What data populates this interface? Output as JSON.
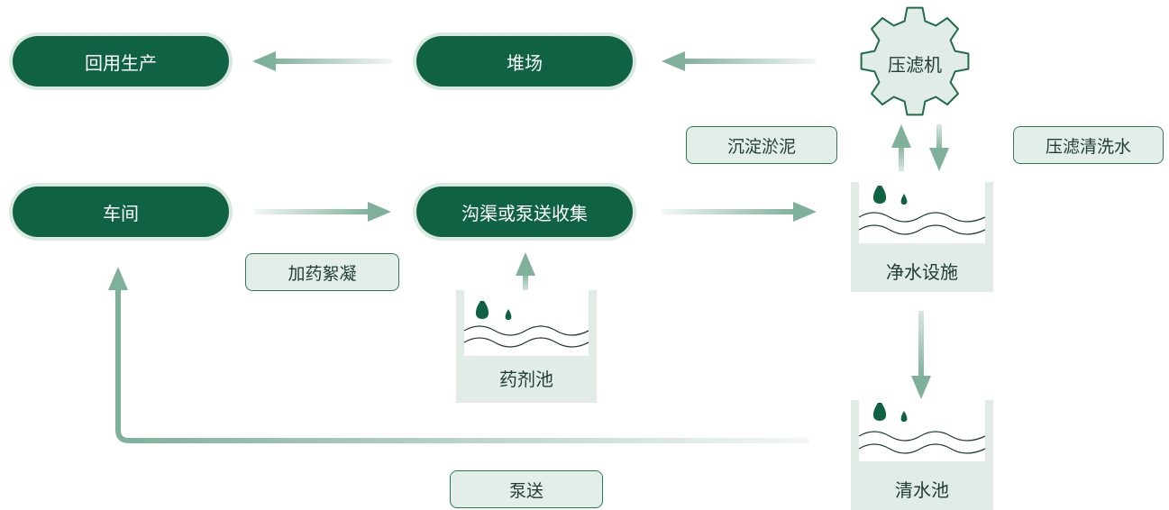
{
  "nodes": {
    "reuse": "回用生产",
    "stockpile": "堆场",
    "filter_press": "压滤机",
    "workshop": "车间",
    "collection": "沟渠或泵送收集",
    "purification": "净水设施",
    "chemical_tank": "药剂池",
    "clear_water_tank": "清水池"
  },
  "labels": {
    "sediment": "沉淀淤泥",
    "press_wash_water": "压滤清洗水",
    "add_flocculant": "加药絮凝",
    "pumping": "泵送"
  },
  "colors": {
    "dark_green": "#0f6342",
    "arrow_green": "#7fb09a",
    "tank_fill": "#e1ece7",
    "tag_border": "#2e7a58"
  }
}
